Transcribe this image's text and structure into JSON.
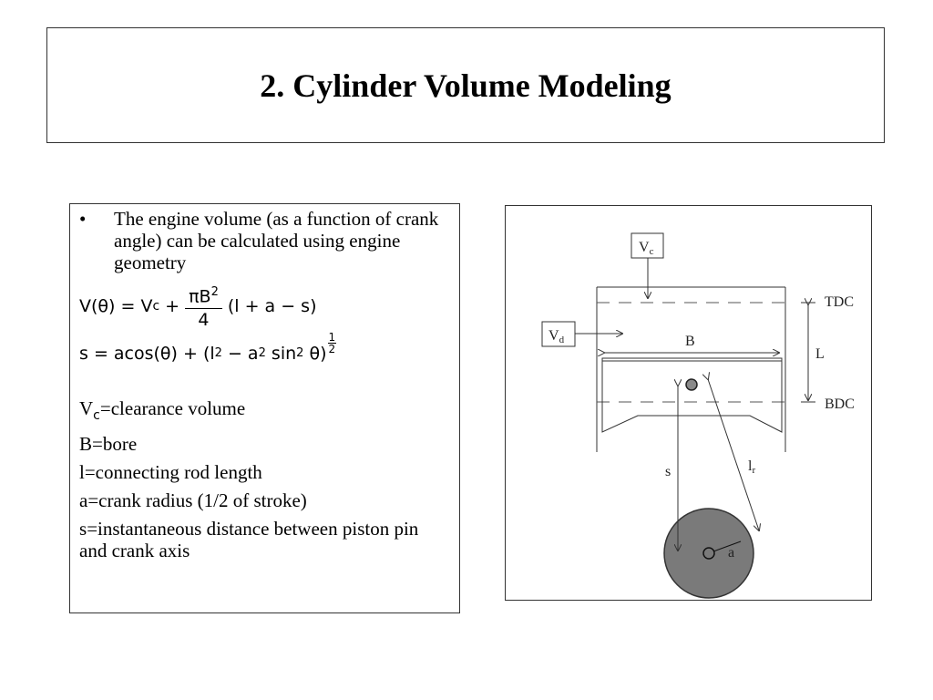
{
  "title": "2. Cylinder Volume Modeling",
  "bullet": "The engine volume (as a function of crank angle) can be calculated using engine geometry",
  "equation1": {
    "lhs": "V(θ) = V",
    "lhs_sub": "c",
    "plus": "+",
    "numerator": "πB",
    "numerator_sup": "2",
    "denominator": "4",
    "rhs": "(l + a − s)"
  },
  "equation2": {
    "part1": "s = acos(θ) + (l",
    "sup1": "2",
    "part2": " − a",
    "sup2": "2",
    "part3": " sin",
    "sup3": "2",
    "part4": " θ)",
    "exp_num": "1",
    "exp_den": "2"
  },
  "definitions": [
    {
      "symbol": "V",
      "sub": "c",
      "text": "=clearance volume"
    },
    {
      "symbol": "B",
      "sub": "",
      "text": "=bore"
    },
    {
      "symbol": "l",
      "sub": "",
      "text": "=connecting rod length"
    },
    {
      "symbol": "a",
      "sub": "",
      "text": "=crank radius (1/2 of stroke)"
    },
    {
      "symbol": "s",
      "sub": "",
      "text": "=instantaneous distance between piston pin and crank axis"
    }
  ],
  "diagram": {
    "vc_label": "V",
    "vc_sub": "c",
    "vd_label": "V",
    "vd_sub": "d",
    "tdc": "TDC",
    "bdc": "BDC",
    "bore": "B",
    "stroke": "L",
    "s_label": "s",
    "lr_label": "l",
    "lr_sub": "r",
    "a_label": "a"
  },
  "colors": {
    "crank_fill": "#7a7a7a",
    "pin_fill": "#8a8a8a",
    "border": "#333333"
  }
}
